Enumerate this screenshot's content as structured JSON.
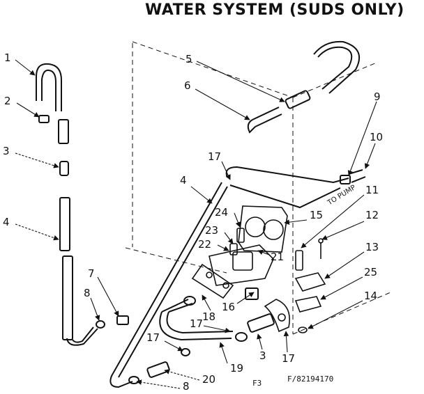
{
  "title": "WATER SYSTEM (SUDS ONLY)",
  "to_pump_label": "TO PUMP",
  "fig_code": "F3",
  "part_number": "F/82194170",
  "callouts": [
    "1",
    "2",
    "3",
    "4",
    "5",
    "6",
    "9",
    "10",
    "11",
    "12",
    "13",
    "25",
    "14",
    "17",
    "24",
    "23",
    "22",
    "21",
    "15",
    "4",
    "7",
    "8",
    "18",
    "16",
    "17",
    "3",
    "17",
    "19",
    "20",
    "8",
    "17"
  ]
}
